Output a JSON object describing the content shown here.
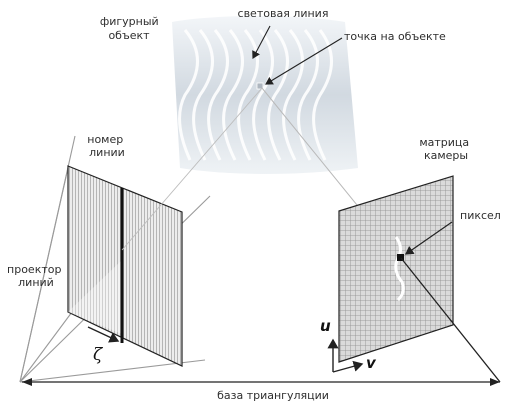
{
  "labels": {
    "shaped_object": [
      "фигурный",
      "объект"
    ],
    "light_line": "световая линия",
    "object_point": "точка на объекте",
    "line_number": [
      "номер",
      "линии"
    ],
    "camera_matrix": [
      "матрица",
      "камеры"
    ],
    "pixel": "пиксел",
    "line_projector": [
      "проектор",
      "линий"
    ],
    "zeta": "ζ",
    "u": "u",
    "v": "v",
    "triangulation_base": "база триангуляции"
  },
  "colors": {
    "ink": "#222222",
    "line_gray": "#9a9a9a",
    "object_light": "#e9eef3",
    "object_dark": "#c3ccd5",
    "grid": "#8a8a8a"
  }
}
